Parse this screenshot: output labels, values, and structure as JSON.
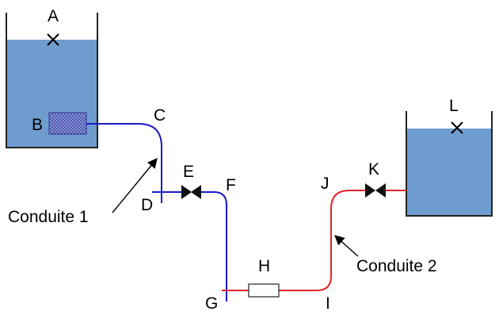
{
  "colors": {
    "water": "#6f9ccf",
    "tank_outline": "#222222",
    "conduite_1": "#1a1ac8",
    "conduite_2": "#e0242c",
    "filter_fill": "#4a4fb0",
    "valve": "#111111",
    "arrow": "#000000"
  },
  "icons": {
    "free_surface_marker": "x-mark",
    "valve": "bowtie-valve",
    "filter": "crosshatch-block",
    "singularity": "rectangle-component"
  },
  "labels": {
    "A": "A",
    "B": "B",
    "C": "C",
    "D": "D",
    "E": "E",
    "F": "F",
    "G": "G",
    "H": "H",
    "I": "I",
    "J": "J",
    "K": "K",
    "L": "L"
  },
  "annotations": {
    "conduite_1": "Conduite 1",
    "conduite_2": "Conduite 2"
  }
}
